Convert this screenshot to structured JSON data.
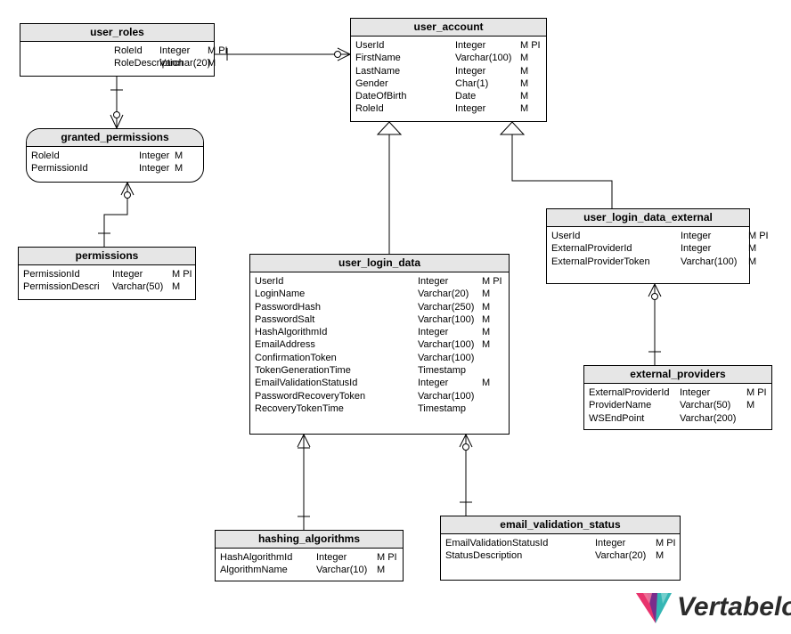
{
  "brand": {
    "name": "Vertabelo"
  },
  "colors": {
    "line": "#000000",
    "header_bg": "#e6e6e6",
    "logo_pink": "#e8336d",
    "logo_purple": "#7a2d8c",
    "logo_teal": "#35b6b4"
  },
  "entities": {
    "user_roles": {
      "title": "user_roles",
      "columns": [
        {
          "name": "RoleId",
          "type": "Integer",
          "flags": "M PI"
        },
        {
          "name": "RoleDescription",
          "type": "Varchar(20)",
          "flags": "M"
        }
      ]
    },
    "user_account": {
      "title": "user_account",
      "columns": [
        {
          "name": "UserId",
          "type": "Integer",
          "flags": "M PI"
        },
        {
          "name": "FirstName",
          "type": "Varchar(100)",
          "flags": "M"
        },
        {
          "name": "LastName",
          "type": "Integer",
          "flags": "M"
        },
        {
          "name": "Gender",
          "type": "Char(1)",
          "flags": "M"
        },
        {
          "name": "DateOfBirth",
          "type": "Date",
          "flags": "M"
        },
        {
          "name": "RoleId",
          "type": "Integer",
          "flags": "M"
        }
      ]
    },
    "granted_permissions": {
      "title": "granted_permissions",
      "columns": [
        {
          "name": "RoleId",
          "type": "Integer",
          "flags": "M"
        },
        {
          "name": "PermissionId",
          "type": "Integer",
          "flags": "M"
        }
      ]
    },
    "permissions": {
      "title": "permissions",
      "columns": [
        {
          "name": "PermissionId",
          "type": "Integer",
          "flags": "M PI"
        },
        {
          "name": "PermissionDescri",
          "type": "Varchar(50)",
          "flags": "M"
        }
      ]
    },
    "user_login_data": {
      "title": "user_login_data",
      "columns": [
        {
          "name": "UserId",
          "type": "Integer",
          "flags": "M PI"
        },
        {
          "name": "LoginName",
          "type": "Varchar(20)",
          "flags": "M"
        },
        {
          "name": "PasswordHash",
          "type": "Varchar(250)",
          "flags": "M"
        },
        {
          "name": "PasswordSalt",
          "type": "Varchar(100)",
          "flags": "M"
        },
        {
          "name": "HashAlgorithmId",
          "type": "Integer",
          "flags": "M"
        },
        {
          "name": "EmailAddress",
          "type": "Varchar(100)",
          "flags": "M"
        },
        {
          "name": "ConfirmationToken",
          "type": "Varchar(100)",
          "flags": ""
        },
        {
          "name": "TokenGenerationTime",
          "type": "Timestamp",
          "flags": ""
        },
        {
          "name": "EmailValidationStatusId",
          "type": "Integer",
          "flags": "M"
        },
        {
          "name": "PasswordRecoveryToken",
          "type": "Varchar(100)",
          "flags": ""
        },
        {
          "name": "RecoveryTokenTime",
          "type": "Timestamp",
          "flags": ""
        }
      ]
    },
    "user_login_data_external": {
      "title": "user_login_data_external",
      "columns": [
        {
          "name": "UserId",
          "type": "Integer",
          "flags": "M PI"
        },
        {
          "name": "ExternalProviderId",
          "type": "Integer",
          "flags": "M"
        },
        {
          "name": "ExternalProviderToken",
          "type": "Varchar(100)",
          "flags": "M"
        }
      ]
    },
    "external_providers": {
      "title": "external_providers",
      "columns": [
        {
          "name": "ExternalProviderId",
          "type": "Integer",
          "flags": "M PI"
        },
        {
          "name": "ProviderName",
          "type": "Varchar(50)",
          "flags": "M"
        },
        {
          "name": "WSEndPoint",
          "type": "Varchar(200)",
          "flags": ""
        }
      ]
    },
    "hashing_algorithms": {
      "title": "hashing_algorithms",
      "columns": [
        {
          "name": "HashAlgorithmId",
          "type": "Integer",
          "flags": "M PI"
        },
        {
          "name": "AlgorithmName",
          "type": "Varchar(10)",
          "flags": "M"
        }
      ]
    },
    "email_validation_status": {
      "title": "email_validation_status",
      "columns": [
        {
          "name": "EmailValidationStatusId",
          "type": "Integer",
          "flags": "M PI"
        },
        {
          "name": "StatusDescription",
          "type": "Varchar(20)",
          "flags": "M"
        }
      ]
    }
  }
}
